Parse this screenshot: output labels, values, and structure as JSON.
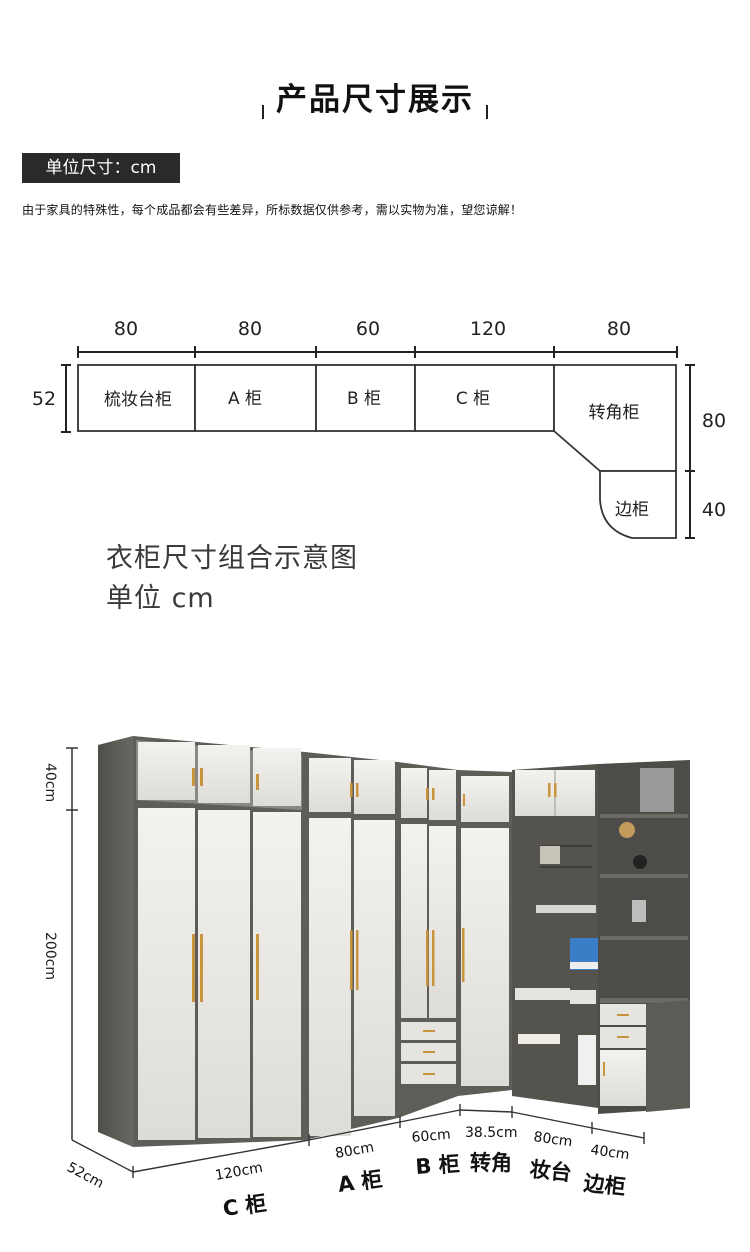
{
  "header": {
    "title": "产品尺寸展示"
  },
  "unit_badge": "单位尺寸：cm",
  "notice": "由于家具的特殊性，每个成品都会有些差异，所标数据仅供参考，需以实物为准，望您谅解！",
  "floor_plan": {
    "depth_label": "52",
    "width_labels": [
      "80",
      "80",
      "60",
      "120",
      "80"
    ],
    "right_labels": [
      "80",
      "40"
    ],
    "modules": [
      {
        "label": "梳妆台柜"
      },
      {
        "label": "A 柜"
      },
      {
        "label": "B 柜"
      },
      {
        "label": "C 柜"
      },
      {
        "label": "转角柜"
      },
      {
        "label": "边柜"
      }
    ]
  },
  "caption": {
    "line1": "衣柜尺寸组合示意图",
    "line2": "单位 cm"
  },
  "photo": {
    "height_top": "40cm",
    "height_main": "200cm",
    "depth": "52cm",
    "segments": [
      {
        "size": "120cm",
        "name": "C 柜"
      },
      {
        "size": "80cm",
        "name": "A 柜"
      },
      {
        "size": "60cm",
        "name": "B 柜"
      },
      {
        "size": "38.5cm",
        "name": "转角"
      },
      {
        "size": "80cm",
        "name": "妆台"
      },
      {
        "size": "40cm",
        "name": "边柜"
      }
    ]
  },
  "colors": {
    "frame": "#5a5a56",
    "door": "#ebe9e4",
    "handle": "#c8953f",
    "badge_bg": "#2a2a2a"
  }
}
